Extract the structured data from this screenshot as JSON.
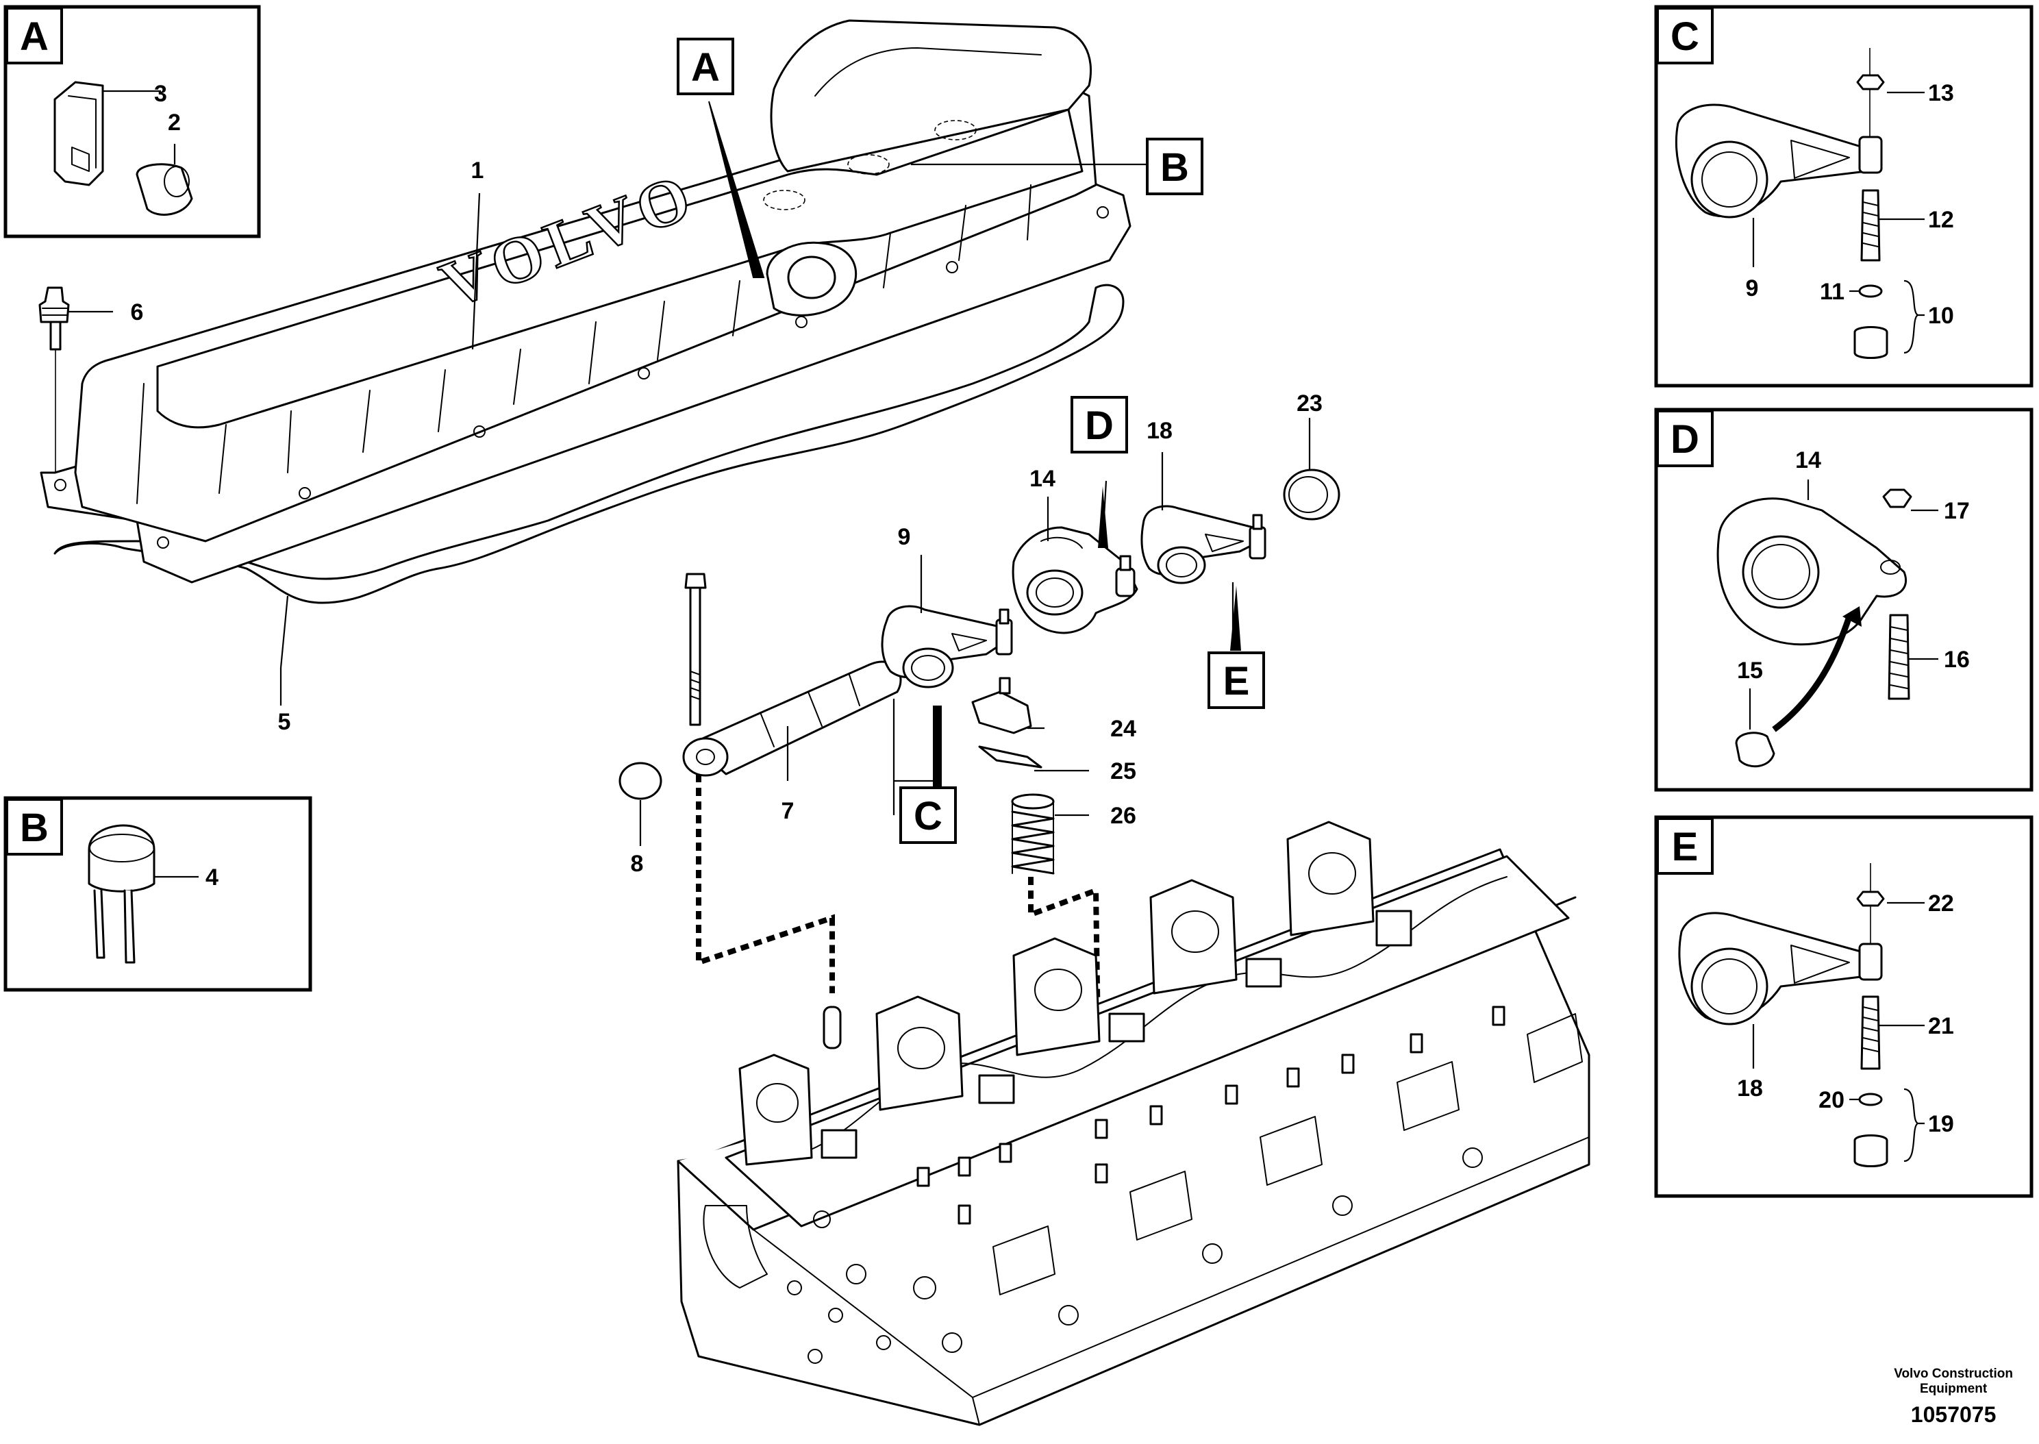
{
  "brand_text": "VOLVO",
  "views": {
    "A": "A",
    "B": "B",
    "C": "C",
    "D": "D",
    "E": "E"
  },
  "parts": {
    "1": "1",
    "2": "2",
    "3": "3",
    "4": "4",
    "5": "5",
    "6": "6",
    "7": "7",
    "8": "8",
    "9": "9",
    "10": "10",
    "11": "11",
    "12": "12",
    "13": "13",
    "14": "14",
    "15": "15",
    "16": "16",
    "17": "17",
    "18": "18",
    "19": "19",
    "20": "20",
    "21": "21",
    "22": "22",
    "23": "23",
    "24": "24",
    "25": "25",
    "26": "26"
  },
  "footer": {
    "company_line1": "Volvo Construction",
    "company_line2": "Equipment",
    "drawing_number": "1057075"
  }
}
